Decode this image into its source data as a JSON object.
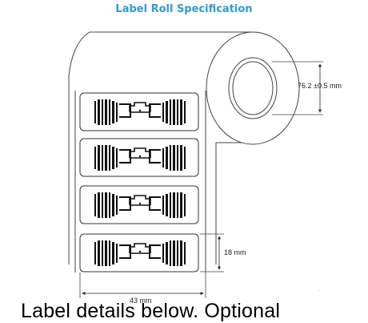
{
  "title": "Label Roll Specification",
  "dimensions": {
    "core_diameter": "76.2 ±0.5 mm",
    "label_height": "18 mm",
    "label_width": "43 mm"
  },
  "label_count": 4,
  "caption": "Label details below. Optional"
}
